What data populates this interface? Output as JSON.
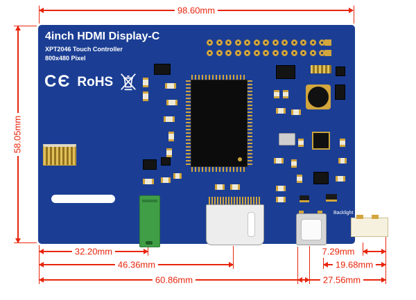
{
  "board": {
    "title": "4inch HDMI Display-C",
    "controller": "XPT2046 Touch Controller",
    "resolution": "800x480 Pixel",
    "ce_mark": "CЄ",
    "rohs_mark": "RoHS",
    "backlight_label": "Backlight"
  },
  "dimensions": {
    "board_width": "98.60mm",
    "board_height": "58.05mm",
    "audio_jack_offset": "32.20mm",
    "hdmi_offset": "46.36mm",
    "usb_offset": "60.86mm",
    "backlight_width": "7.29mm",
    "backlight_offset_a": "19.68mm",
    "backlight_offset_b": "27.56mm"
  },
  "colors": {
    "pcb_blue": "#1b3e94",
    "dimension_red": "#e8250c",
    "pad_gold": "#d2a53d",
    "audio_green": "#3f9e46"
  }
}
